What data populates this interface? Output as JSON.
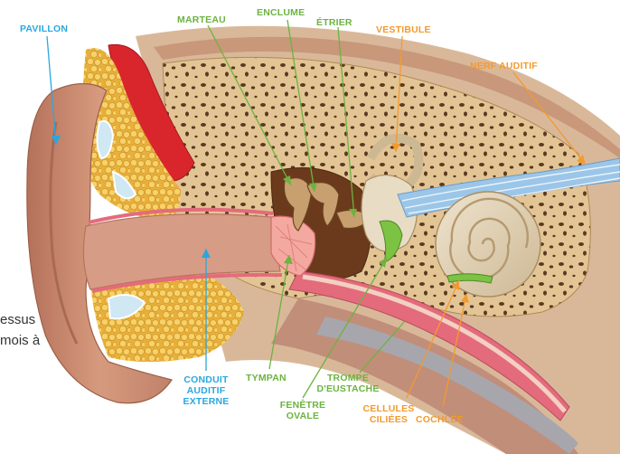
{
  "labels": {
    "pavillon": "PAVILLON",
    "marteau": "MARTEAU",
    "enclume": "ENCLUME",
    "etrier": "ÉTRIER",
    "vestibule": "VESTIBULE",
    "nerf_auditif": "NERF AUDITIF",
    "tympan": "TYMPAN",
    "conduit_1": "CONDUIT",
    "conduit_2": "AUDITIF",
    "conduit_3": "EXTERNE",
    "fenetre_1": "FENÊTRE",
    "fenetre_2": "OVALE",
    "trompe_1": "TROMPE",
    "trompe_2": "D'EUSTACHE",
    "cochlee": "COCHLÉE",
    "cellules_1": "CELLULES",
    "cellules_2": "CILIÉES"
  },
  "side_text": {
    "line1": "essus",
    "line2": "mois à"
  },
  "colors": {
    "blue_label": "#2aa7e0",
    "green_label": "#6cb33f",
    "orange_label": "#f39a2e",
    "skin": "#c98a6e",
    "bone": "#d9b98a",
    "fat": "#f2c94c",
    "muscle": "#d8262c",
    "nerve": "#9cc6e8",
    "cochlea": "#e8dcc4",
    "ossicle": "#8a5a2b",
    "membrane": "#f4a9a0"
  }
}
